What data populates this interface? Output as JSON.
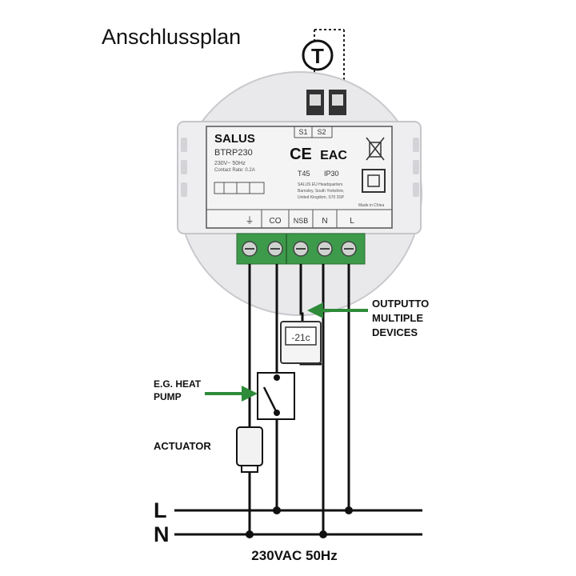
{
  "diagram": {
    "title": "Anschlussplan",
    "sensor_symbol": "T",
    "device": {
      "brand": "SALUS",
      "model": "BTRP230",
      "rating": "230V~ 50Hz",
      "load": "Contact Rate: 0.2A",
      "sensor_labels": [
        "S1",
        "S2"
      ],
      "ce_mark": "CE",
      "eac_mark": "EAC",
      "temp_rating": "T45",
      "ip_rating": "IP30",
      "address": [
        "SALUS EU Headquarters",
        "Barnsley, South Yorkshire,",
        "United Kingdom, S70 3SP"
      ],
      "made_in": "Made in China",
      "terminals": [
        "⏚",
        "CO",
        "NSB",
        "N",
        "L"
      ]
    },
    "annotations": {
      "output": [
        "OUTPUTTO",
        "MULTIPLE",
        "DEVICES"
      ],
      "heat_pump": [
        "E.G. HEAT",
        "PUMP"
      ],
      "actuator": "ACTUATOR",
      "display": "-21c"
    },
    "bus": {
      "l_label": "L",
      "n_label": "N",
      "supply": "230VAC 50Hz"
    },
    "colors": {
      "arrow": "#2e8b3a",
      "terminal_block": "#3d9a4a",
      "wire": "#111111",
      "housing": "#ececee"
    }
  }
}
